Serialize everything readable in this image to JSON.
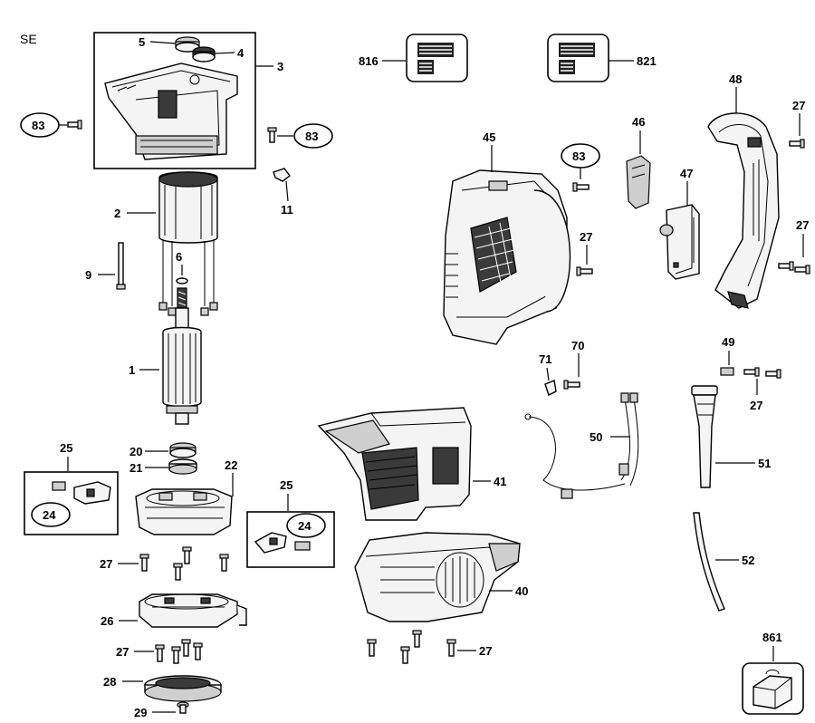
{
  "diagram": {
    "variant_label": "SE",
    "part_labels": {
      "p1": "1",
      "p2": "2",
      "p3": "3",
      "p4": "4",
      "p5": "5",
      "p6": "6",
      "p9": "9",
      "p11": "11",
      "p20": "20",
      "p21": "21",
      "p22": "22",
      "p24a": "24",
      "p24b": "24",
      "p25a": "25",
      "p25b": "25",
      "p26": "26",
      "p27a": "27",
      "p27b": "27",
      "p27c": "27",
      "p27d": "27",
      "p27e": "27",
      "p27f": "27",
      "p27g": "27",
      "p28": "28",
      "p29": "29",
      "p40": "40",
      "p41": "41",
      "p45": "45",
      "p46": "46",
      "p47": "47",
      "p48": "48",
      "p49": "49",
      "p50": "50",
      "p51": "51",
      "p52": "52",
      "p70": "70",
      "p71": "71",
      "p83a": "83",
      "p83b": "83",
      "p83c": "83",
      "p816": "816",
      "p821": "821",
      "p861": "861"
    }
  }
}
